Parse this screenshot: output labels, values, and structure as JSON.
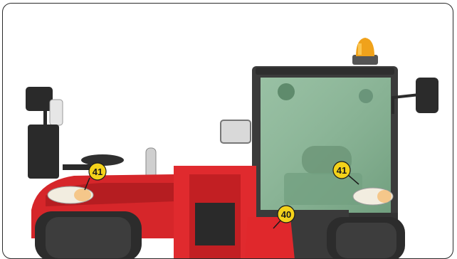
{
  "callouts": [
    {
      "number": "41",
      "target": "left-headlight"
    },
    {
      "number": "41",
      "target": "right-headlight"
    },
    {
      "number": "40",
      "target": "front-light"
    }
  ],
  "colors": {
    "body_red": "#d6262a",
    "dark_red": "#8e1518",
    "cab_glass": "#7fae8c",
    "cab_frame": "#3a3a3a",
    "tire": "#2c2c2c",
    "beacon": "#f0a21b",
    "callout_fill": "#f4d21a",
    "frame_border": "#2a2a2a"
  }
}
